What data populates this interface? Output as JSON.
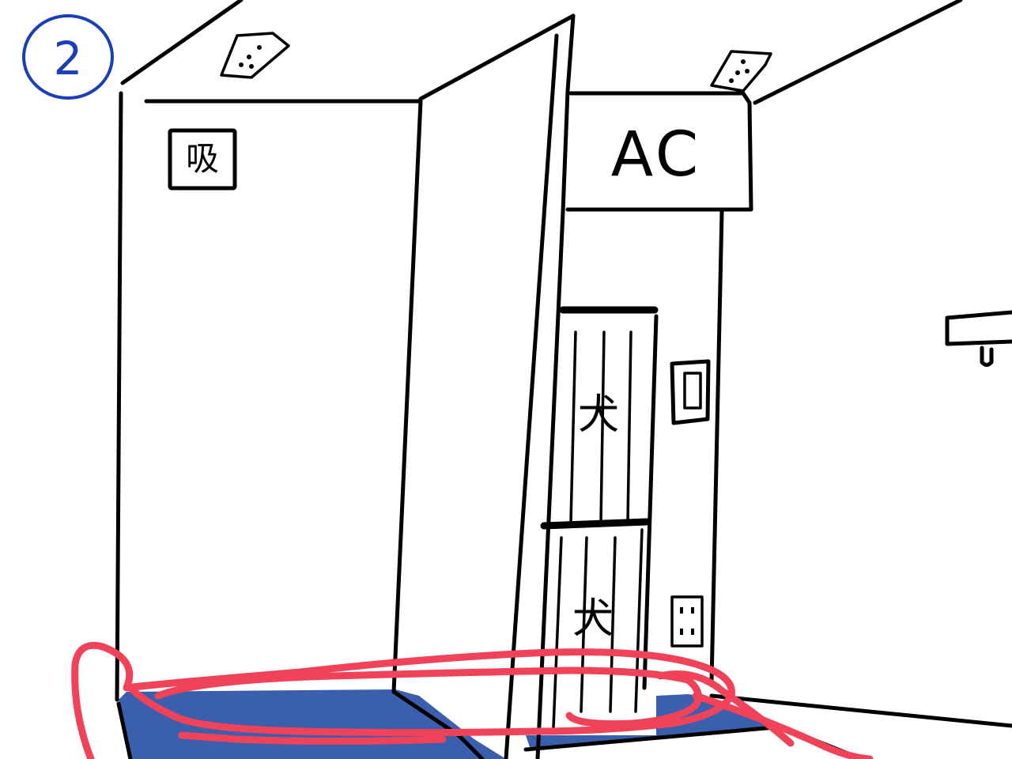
{
  "step_badge": {
    "label": "2"
  },
  "ac_sign": {
    "label": "AC"
  },
  "intake_panel": {
    "label": "吸"
  },
  "door_panels": {
    "upper_label": "犬",
    "lower_label": "犬"
  },
  "colors": {
    "ink": "#000000",
    "badge": "#1a3fb8",
    "floor_fill": "#3a5fad",
    "highlight": "#f0435a",
    "background": "#ffffff"
  },
  "icons": [
    "ceiling-vent-icon",
    "wall-outlet-icon",
    "wall-switch-icon",
    "wall-lamp-icon"
  ]
}
